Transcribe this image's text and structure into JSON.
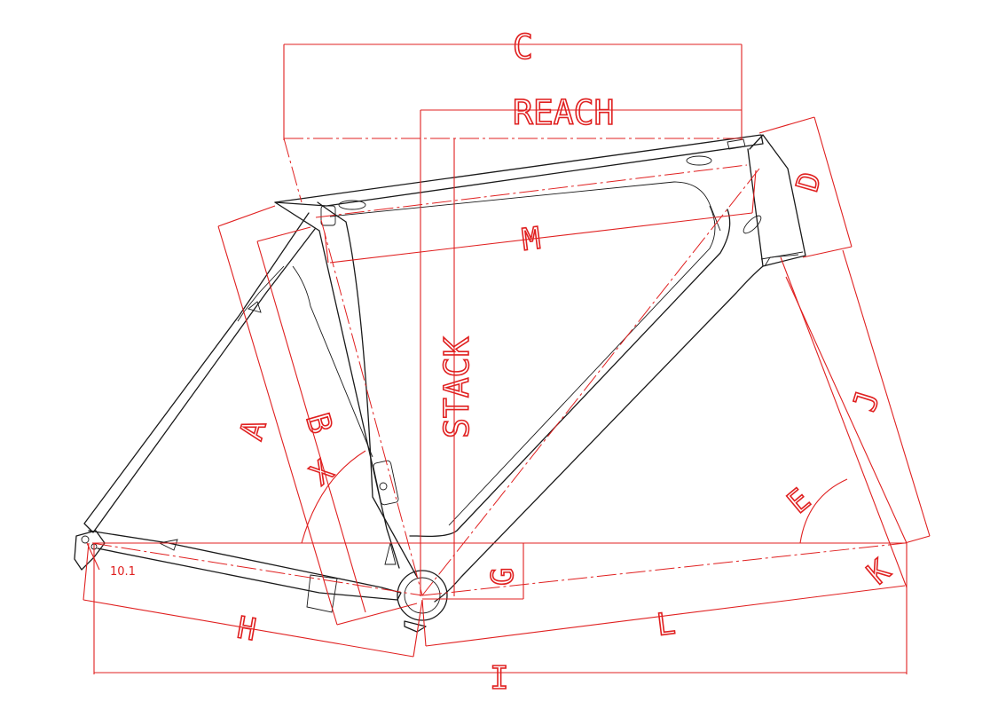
{
  "labels": {
    "C": "C",
    "REACH": "REACH",
    "STACK": "STACK",
    "M": "M",
    "D": "D",
    "J": "J",
    "A": "A",
    "B": "B",
    "X": "X",
    "E": "E",
    "G": "G",
    "K": "K",
    "H": "H",
    "L": "L",
    "I": "I",
    "dropout": "10.1"
  },
  "colors": {
    "frame": "#1a1a1a",
    "dimension": "#e02020",
    "background": "#ffffff"
  }
}
